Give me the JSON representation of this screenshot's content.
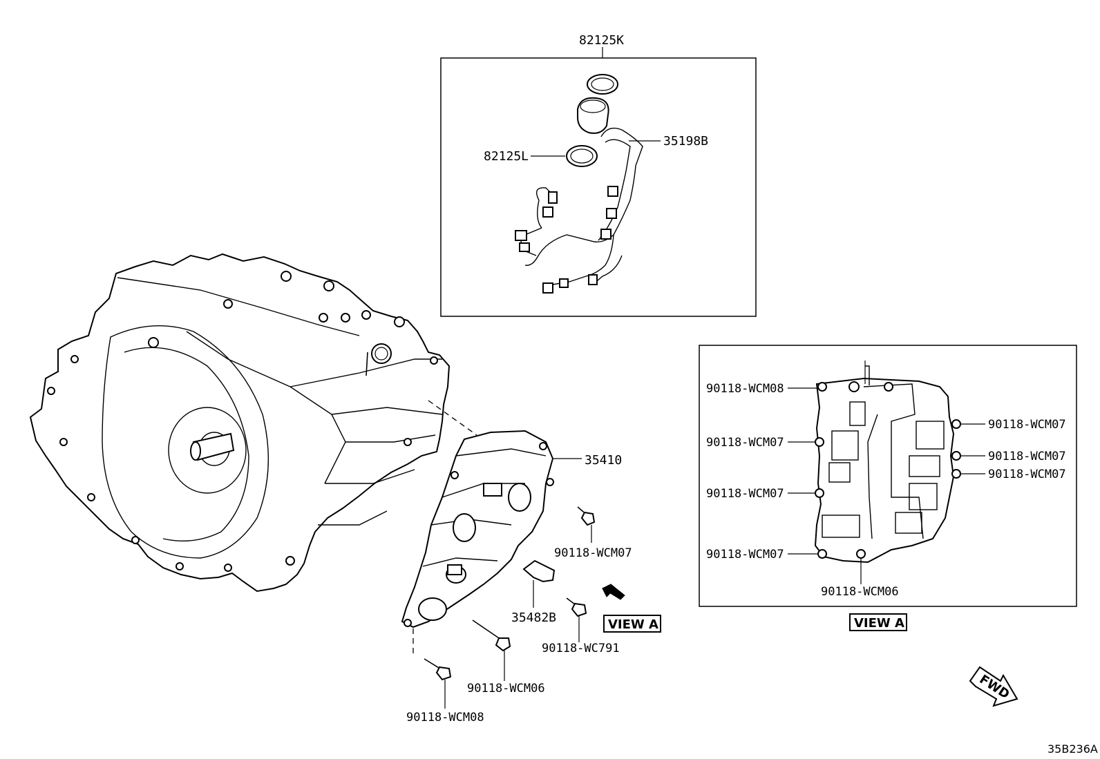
{
  "callouts": {
    "oil_seal_kit": "82125K",
    "o_ring": "82125L",
    "wire_harness": "35198B",
    "valve_body": "35410",
    "sensor": "35482B",
    "bolt_wcm07_main": "90118-WCM07",
    "bolt_wc791": "90118-WC791",
    "bolt_wcm06_main": "90118-WCM06",
    "bolt_wcm08_main": "90118-WCM08"
  },
  "view_a": {
    "label_main": "VIEW A",
    "label_detail": "VIEW A",
    "bolts": {
      "left_top": "90118-WCM08",
      "left_2": "90118-WCM07",
      "left_3": "90118-WCM07",
      "left_4": "90118-WCM07",
      "bottom": "90118-WCM06",
      "right_1": "90118-WCM07",
      "right_2": "90118-WCM07",
      "right_3": "90118-WCM07"
    }
  },
  "fwd_label": "FWD",
  "diagram_code": "35B236A"
}
